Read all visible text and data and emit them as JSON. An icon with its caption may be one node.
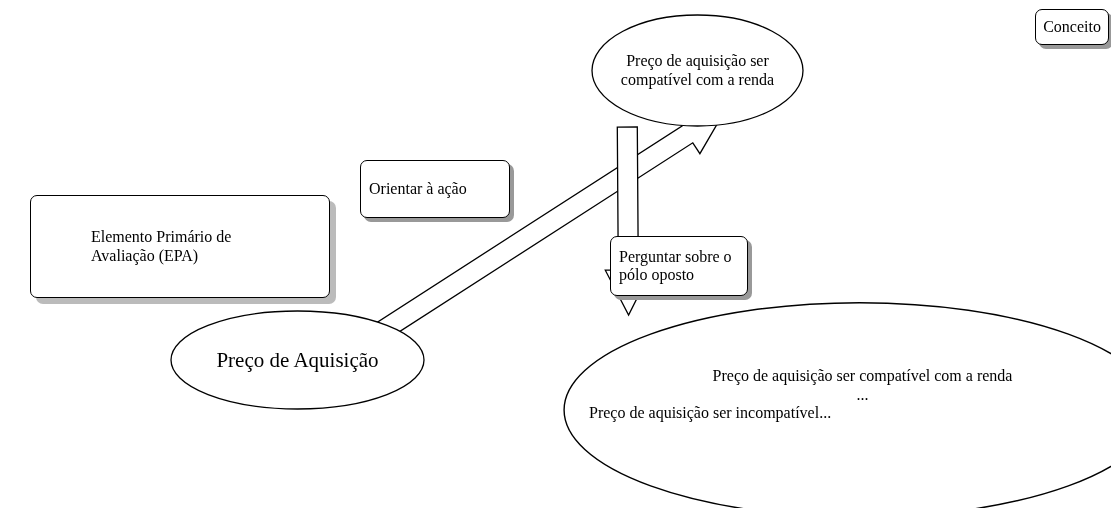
{
  "diagram": {
    "nodes": [
      {
        "text": [
          "Conceito"
        ]
      },
      {
        "text": [
          "Preço de aquisição ser compatível com a renda"
        ]
      },
      {
        "text": [
          "Orientar à ação"
        ]
      },
      {
        "text": [
          "Elemento Primário de Avaliação (EPA)"
        ]
      },
      {
        "text": [
          "Preço de Aquisição"
        ]
      },
      {
        "text": [
          "Perguntar sobre o pólo oposto"
        ]
      },
      {
        "text": [
          "Preço de aquisição ser compatível com a renda",
          "...",
          "Preço de aquisição ser incompatível..."
        ]
      }
    ],
    "edges": [
      {
        "from": 4,
        "to": 1,
        "arrow": "to",
        "style": "thick"
      },
      {
        "from": 1,
        "to": 6,
        "arrow": "to",
        "style": "thick"
      }
    ]
  }
}
